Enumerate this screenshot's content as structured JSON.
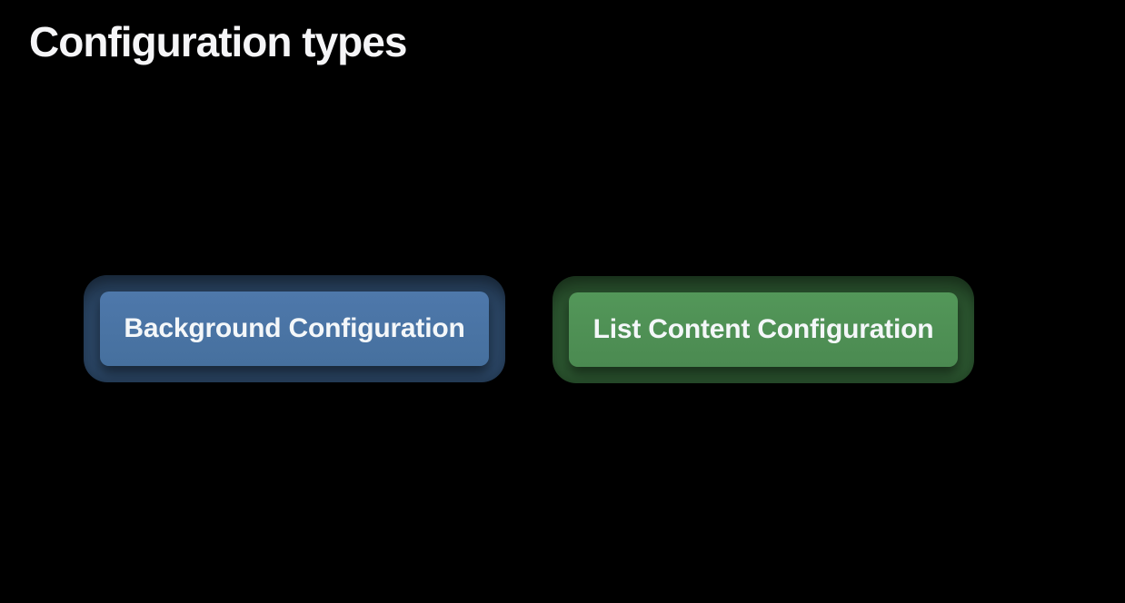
{
  "slide": {
    "title": "Configuration types",
    "background_color": "#000000",
    "title_color": "#f5f5f7"
  },
  "cards": [
    {
      "label": "Background Configuration",
      "theme": "blue",
      "outer_color": "#2b4665",
      "inner_color_top": "#4e78ab",
      "inner_color_bottom": "#46709e",
      "text_color": "#f4f7f9"
    },
    {
      "label": "List Content Configuration",
      "theme": "green",
      "outer_color": "#2c5630",
      "inner_color_top": "#539759",
      "inner_color_bottom": "#4b8a51",
      "text_color": "#f4f7f9"
    }
  ]
}
